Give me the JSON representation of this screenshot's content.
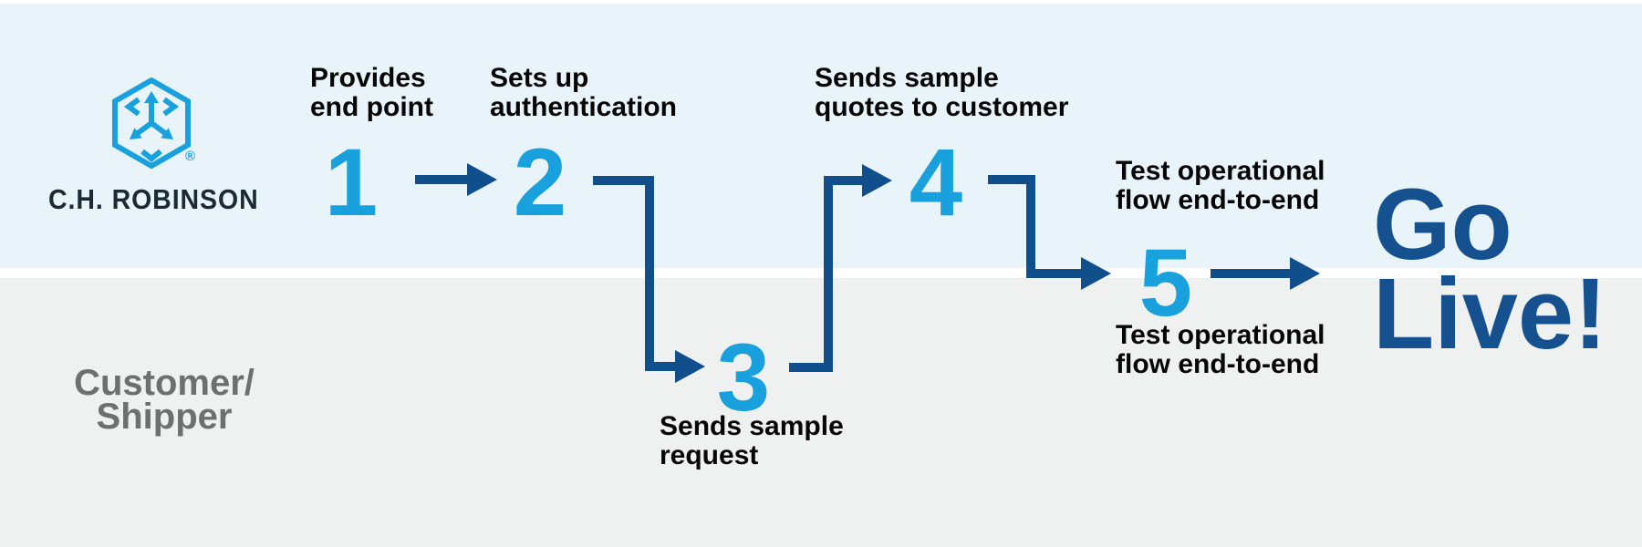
{
  "colors": {
    "top_band": "#E8F3FA",
    "bottom_band": "#EFF1F0",
    "separator": "#FFFFFF",
    "accent_blue": "#18A1DC",
    "arrow_navy": "#114E8C",
    "go_live_navy": "#15518F",
    "wordmark_navy": "#1D2A33",
    "label_black": "#060606",
    "customer_gray": "#6E6F6E"
  },
  "brand": {
    "name": "C.H. ROBINSON",
    "registered_mark": "®"
  },
  "lanes": {
    "bottom": {
      "line1": "Customer/",
      "line2": "Shipper"
    }
  },
  "steps": [
    {
      "number": "1",
      "label": {
        "line1": "Provides",
        "line2": "end point"
      }
    },
    {
      "number": "2",
      "label": {
        "line1": "Sets up",
        "line2": "authentication"
      }
    },
    {
      "number": "3",
      "label": {
        "line1": "Sends sample",
        "line2": "request"
      }
    },
    {
      "number": "4",
      "label": {
        "line1": "Sends sample",
        "line2": "quotes to customer"
      }
    },
    {
      "number": "5",
      "label_top": {
        "line1": "Test operational",
        "line2": "flow end-to-end"
      },
      "label_bottom": {
        "line1": "Test operational",
        "line2": "flow end-to-end"
      }
    }
  ],
  "outcome": {
    "line1": "Go",
    "line2": "Live!"
  }
}
